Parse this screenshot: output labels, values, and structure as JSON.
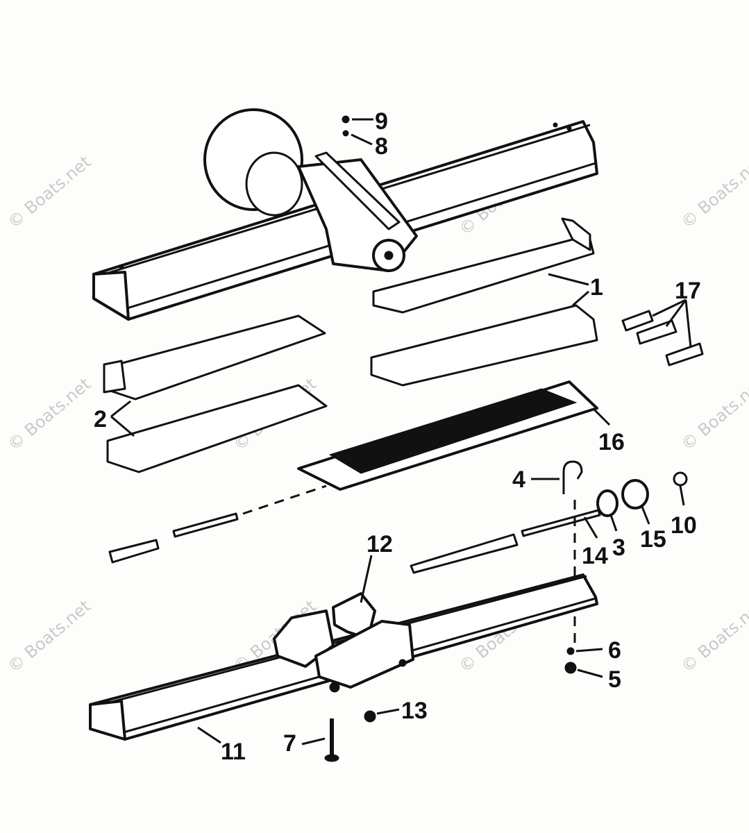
{
  "watermark": "© Boats.net",
  "callouts": {
    "c1": "1",
    "c2": "2",
    "c3": "3",
    "c4": "4",
    "c5": "5",
    "c6": "6",
    "c7": "7",
    "c8": "8",
    "c9": "9",
    "c10": "10",
    "c11": "11",
    "c12": "12",
    "c13": "13",
    "c14": "14",
    "c15": "15",
    "c16": "16",
    "c17": "17"
  }
}
